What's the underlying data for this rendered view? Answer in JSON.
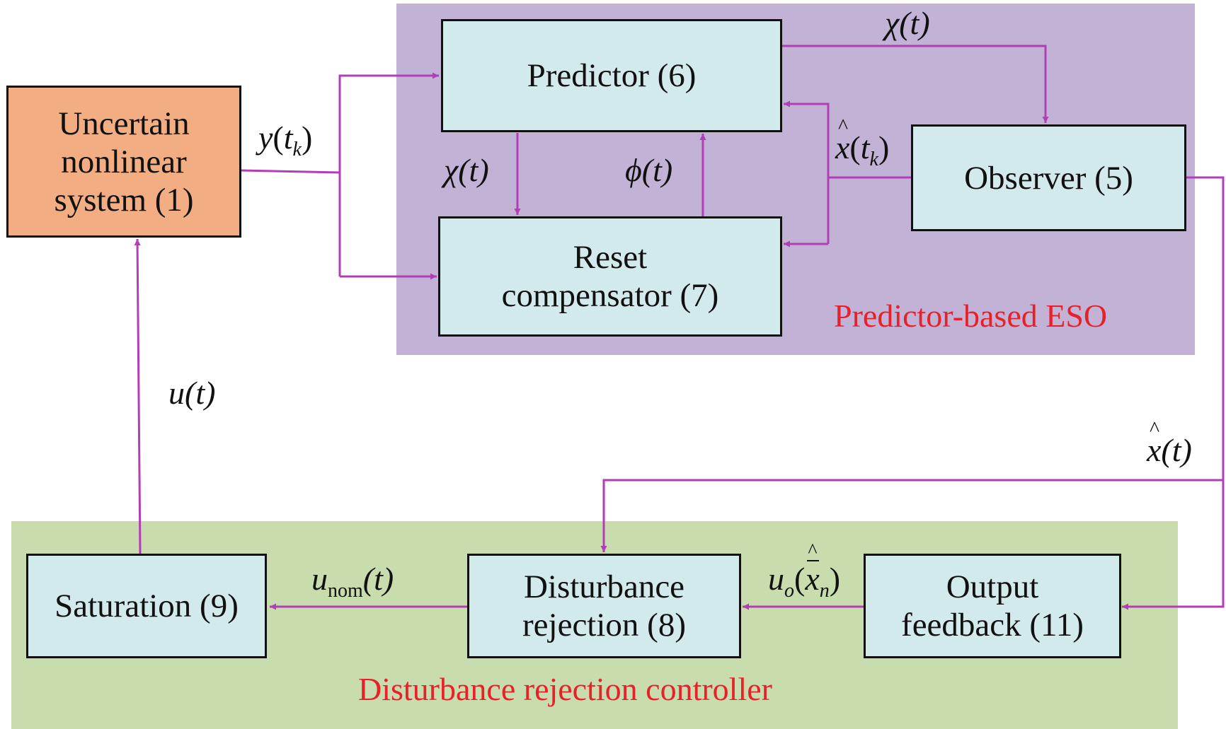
{
  "colors": {
    "eso_region": "#c2b3d6",
    "controller_region": "#c9dcae",
    "block": "#d3eaec",
    "plant_block": "#f2ae82",
    "wire": "#b23eb5",
    "region_label": "#e8202a"
  },
  "regions": {
    "eso_label": "Predictor-based ESO",
    "controller_label": "Disturbance rejection controller"
  },
  "blocks": {
    "plant": [
      "Uncertain",
      "nonlinear",
      "system (1)"
    ],
    "predictor": [
      "Predictor (6)"
    ],
    "reset": [
      "Reset",
      "compensator (7)"
    ],
    "observer": [
      "Observer (5)"
    ],
    "saturation": [
      "Saturation (9)"
    ],
    "disturbance": [
      "Disturbance",
      "rejection (8)"
    ],
    "output_feedback": [
      "Output",
      "feedback (11)"
    ]
  },
  "signals": {
    "y_tk": {
      "base": "y",
      "open": "(",
      "var": "t",
      "sub": "k",
      "close": ")"
    },
    "chi_top": "χ(t)",
    "chi_mid": "χ(t)",
    "phi": "ϕ(t)",
    "xhat_tk": {
      "base": "x",
      "open": "(",
      "var": "t",
      "sub": "k",
      "close": ")"
    },
    "u_t": "u(t)",
    "xhat_t": {
      "base": "x",
      "rest": "(t)"
    },
    "u_nom": {
      "base": "u",
      "sub": "nom",
      "rest": "(t)"
    },
    "u_o": {
      "base": "u",
      "sub": "o",
      "open": "(",
      "var": "x",
      "varsub": "n",
      "close": ")"
    }
  }
}
